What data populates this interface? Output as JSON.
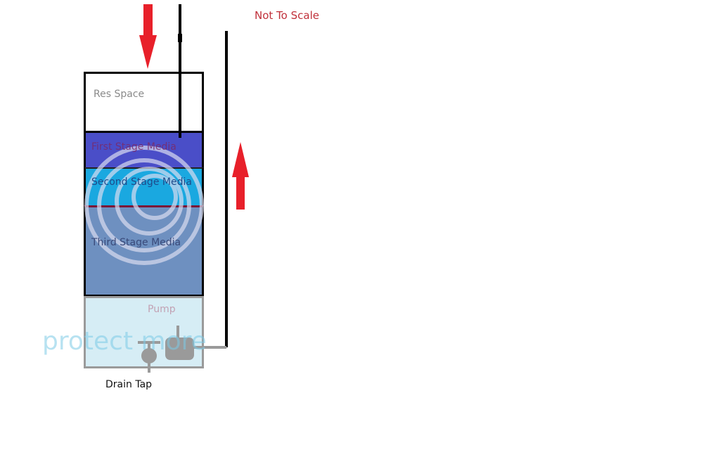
{
  "diagram": {
    "note": "Not To Scale",
    "layers": [
      {
        "id": "res",
        "label": "Res Space",
        "color": "#ffffff",
        "text_color": "#8a8a8a"
      },
      {
        "id": "first",
        "label": "First Stage Media",
        "color": "#4a4ec8",
        "text_color": "#7a2a6a"
      },
      {
        "id": "second",
        "label": "Second Stage Media",
        "color": "#1aa8e0",
        "text_color": "#1e4a8a"
      },
      {
        "id": "third",
        "label": "Third Stage Media",
        "color": "#6e90c0",
        "text_color": "#3a4a7a"
      },
      {
        "id": "pump",
        "label": "Pump",
        "color": "#d6edf5",
        "text_color": "#c2a2b4"
      }
    ],
    "drain_label": "Drain Tap",
    "arrows": [
      {
        "id": "inflow",
        "direction": "down",
        "color": "#e8202a"
      },
      {
        "id": "outflow",
        "direction": "up",
        "color": "#e8202a"
      }
    ],
    "watermark": "protect more"
  }
}
